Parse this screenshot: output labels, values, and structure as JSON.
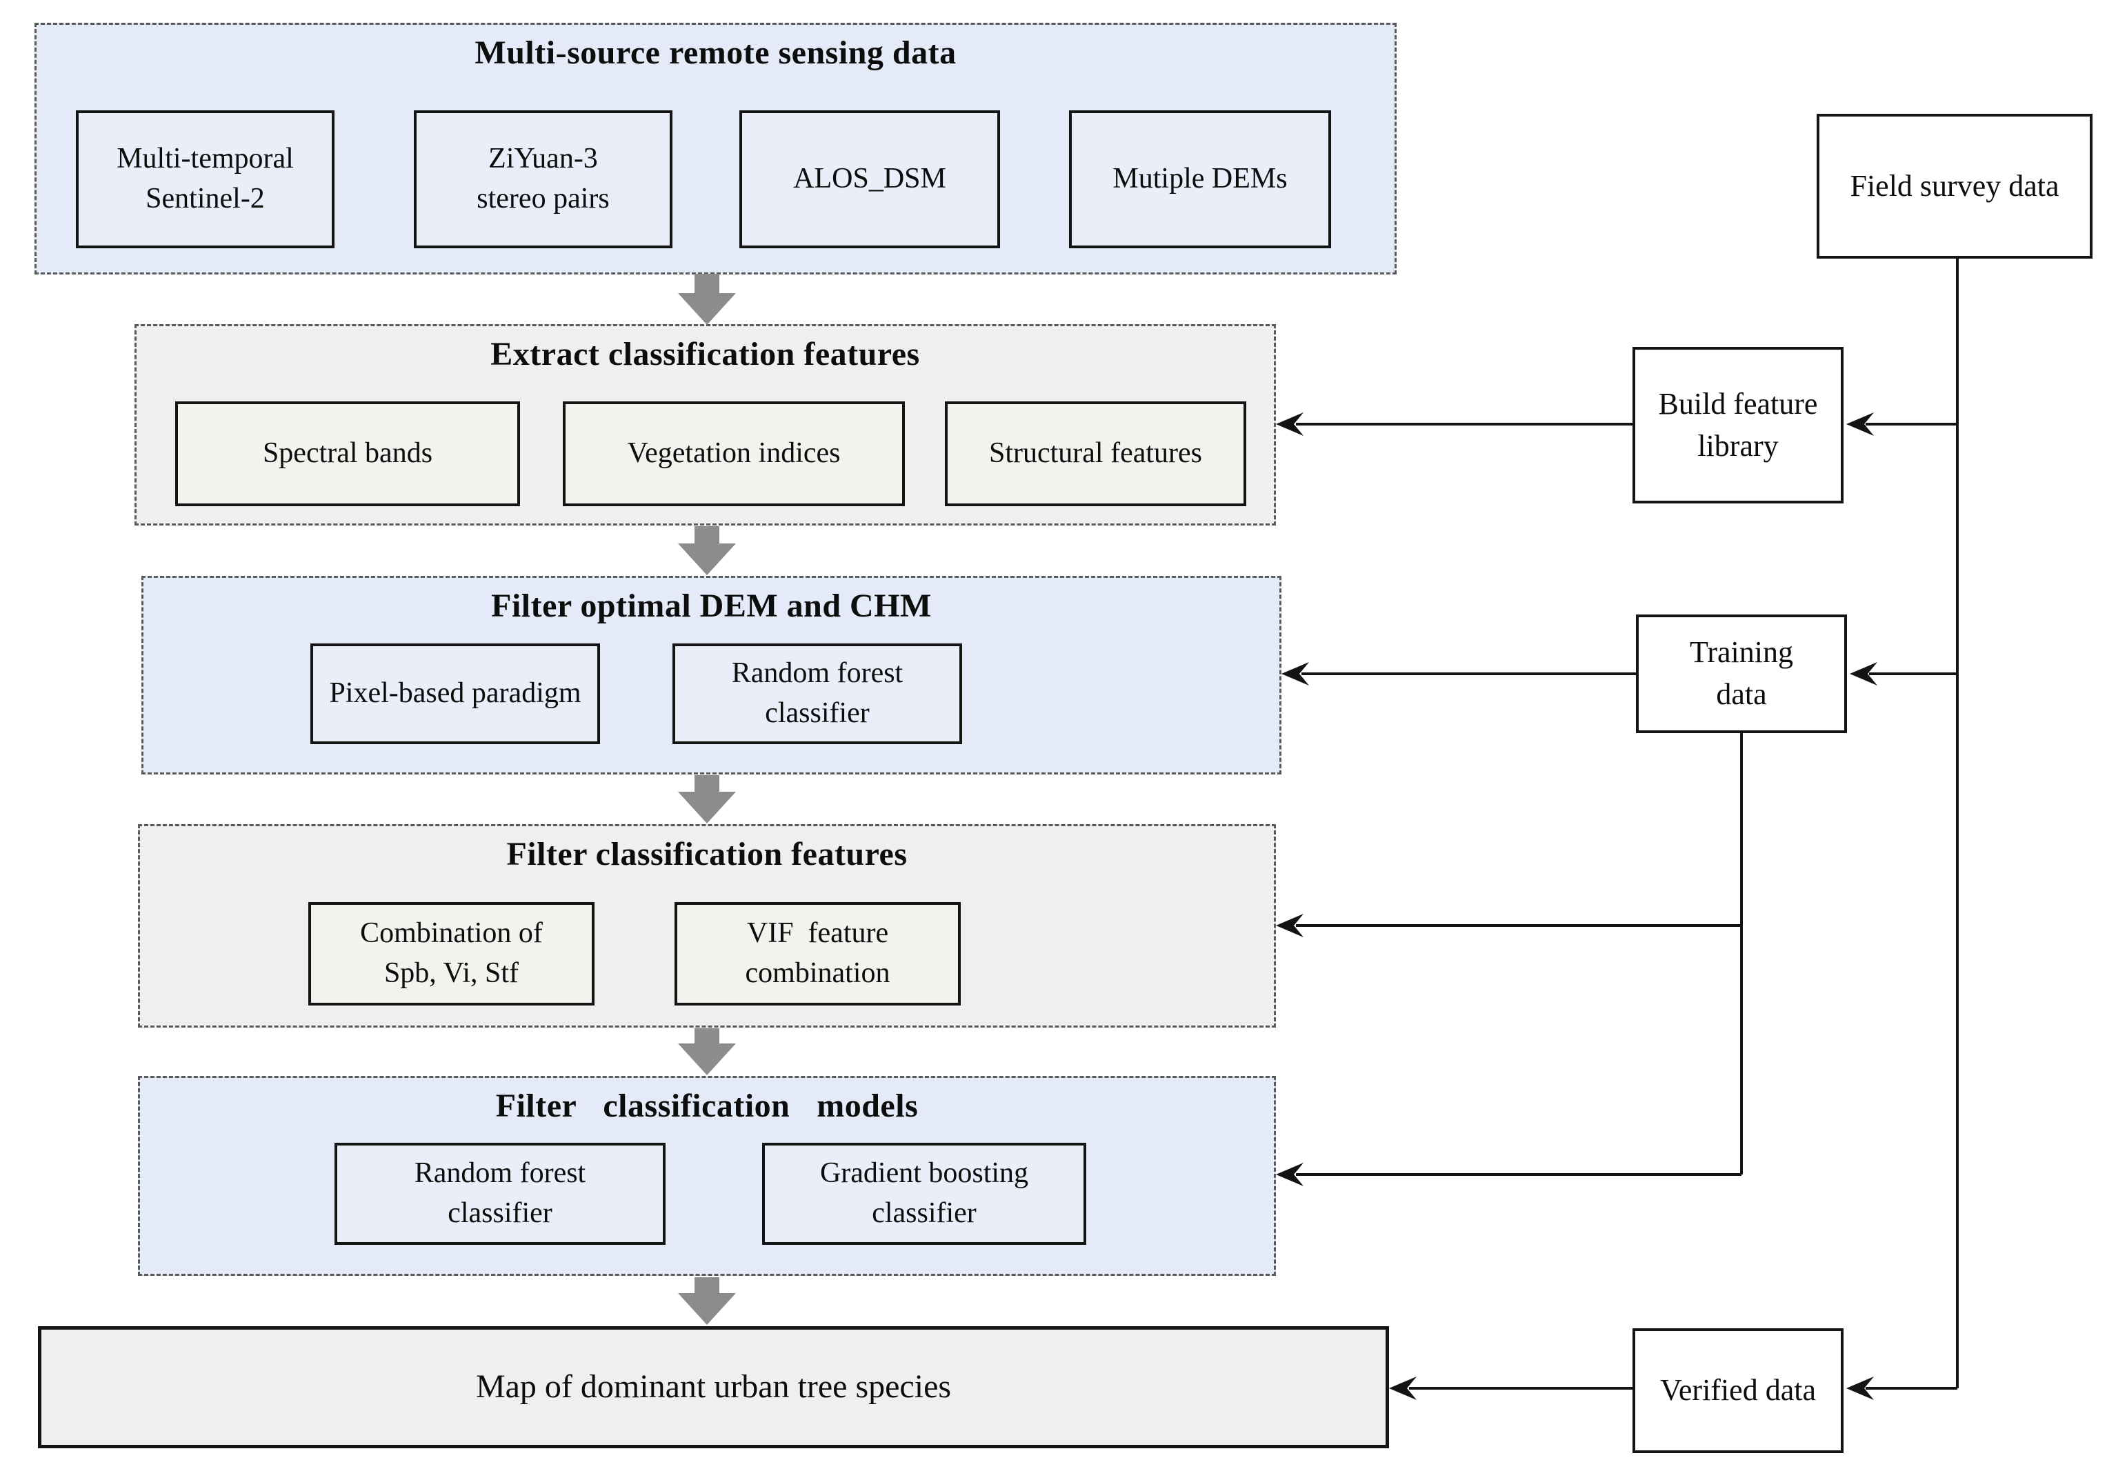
{
  "colors": {
    "panel_blue": "#e4eaf7",
    "panel_gray": "#edf0ec",
    "node_blue": "#e9eef9",
    "node_gray": "#f1f3ef",
    "side_bg": "#ffffff",
    "map_bg": "#edf0ee",
    "line": "#141414",
    "dash": "#595959",
    "arrow_gray": "#8c8c8c",
    "text": "#0d0d0d",
    "page_bg": "#ffffff"
  },
  "flow": {
    "panels": [
      {
        "title": "Multi-source remote sensing data",
        "nodes": [
          {
            "lines": [
              "Multi-temporal",
              "Sentinel-2"
            ]
          },
          {
            "lines": [
              "ZiYuan-3",
              "stereo pairs"
            ]
          },
          {
            "lines": [
              "ALOS_DSM"
            ]
          },
          {
            "lines": [
              "Mutiple DEMs"
            ]
          }
        ]
      },
      {
        "title": "Extract classification features",
        "nodes": [
          {
            "lines": [
              "Spectral bands"
            ]
          },
          {
            "lines": [
              "Vegetation indices"
            ]
          },
          {
            "lines": [
              "Structural features"
            ]
          }
        ]
      },
      {
        "title": "Filter optimal DEM and CHM",
        "nodes": [
          {
            "lines": [
              "Pixel-based paradigm"
            ]
          },
          {
            "lines": [
              "Random forest",
              "classifier"
            ]
          }
        ]
      },
      {
        "title": "Filter classification features",
        "nodes": [
          {
            "lines": [
              "Combination of",
              "Spb, Vi, Stf"
            ]
          },
          {
            "lines": [
              "VIF  feature",
              "combination"
            ]
          }
        ]
      },
      {
        "title": "Filter classification models",
        "nodes": [
          {
            "lines": [
              "Random forest",
              "classifier"
            ]
          },
          {
            "lines": [
              "Gradient boosting",
              "classifier"
            ]
          }
        ]
      }
    ],
    "result": "Map of dominant urban tree species",
    "side": {
      "field_survey": {
        "lines": [
          "Field survey data"
        ]
      },
      "build_feature": {
        "lines": [
          "Build feature",
          "library"
        ]
      },
      "training": {
        "lines": [
          "Training",
          "data"
        ]
      },
      "verified": {
        "lines": [
          "Verified data"
        ]
      }
    }
  }
}
